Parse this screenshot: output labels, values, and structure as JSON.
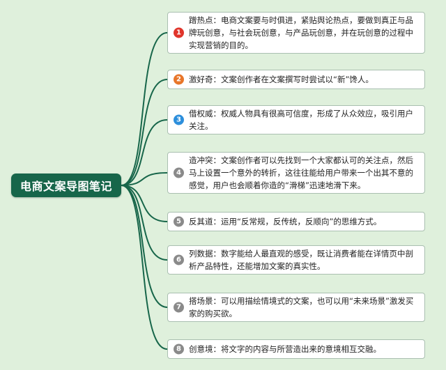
{
  "root": {
    "title": "电商文案导图笔记"
  },
  "branch_color": "#17664a",
  "items": [
    {
      "num": "1",
      "badge_color": "#e0352b",
      "text": "蹭热点：电商文案要与时俱进，紧贴舆论热点，要做到真正与品牌玩创意，与社会玩创意，与产品玩创意，并在玩创意的过程中实现营销的目的。"
    },
    {
      "num": "2",
      "badge_color": "#e8762a",
      "text": "激好奇：文案创作者在文案撰写时尝试以“新”馋人。"
    },
    {
      "num": "3",
      "badge_color": "#2d8fdc",
      "text": "借权威：权威人物具有很高可信度，形成了从众效应，吸引用户关注。"
    },
    {
      "num": "4",
      "badge_color": "#8a8a8a",
      "text": "造冲突：文案创作者可以先找到一个大家都认可的关注点，然后马上设置一个意外的转折，这往往能给用户带来一个出其不意的感觉，用户也会顺着你造的“滑梯”迅速地滑下来。"
    },
    {
      "num": "5",
      "badge_color": "#8a8a8a",
      "text": "反其道：运用“反常规，反传统，反顺向”的思维方式。"
    },
    {
      "num": "6",
      "badge_color": "#8a8a8a",
      "text": "列数据：数字能给人最直观的感受，既让消费者能在详情页中剖析产品特性，还能增加文案的真实性。"
    },
    {
      "num": "7",
      "badge_color": "#8a8a8a",
      "text": "搭场景：可以用描绘情境式的文案，也可以用“未来场景”激发买家的购买欲。"
    },
    {
      "num": "8",
      "badge_color": "#8a8a8a",
      "text": "创意境：将文字的内容与所营造出来的意境相互交融。"
    }
  ]
}
